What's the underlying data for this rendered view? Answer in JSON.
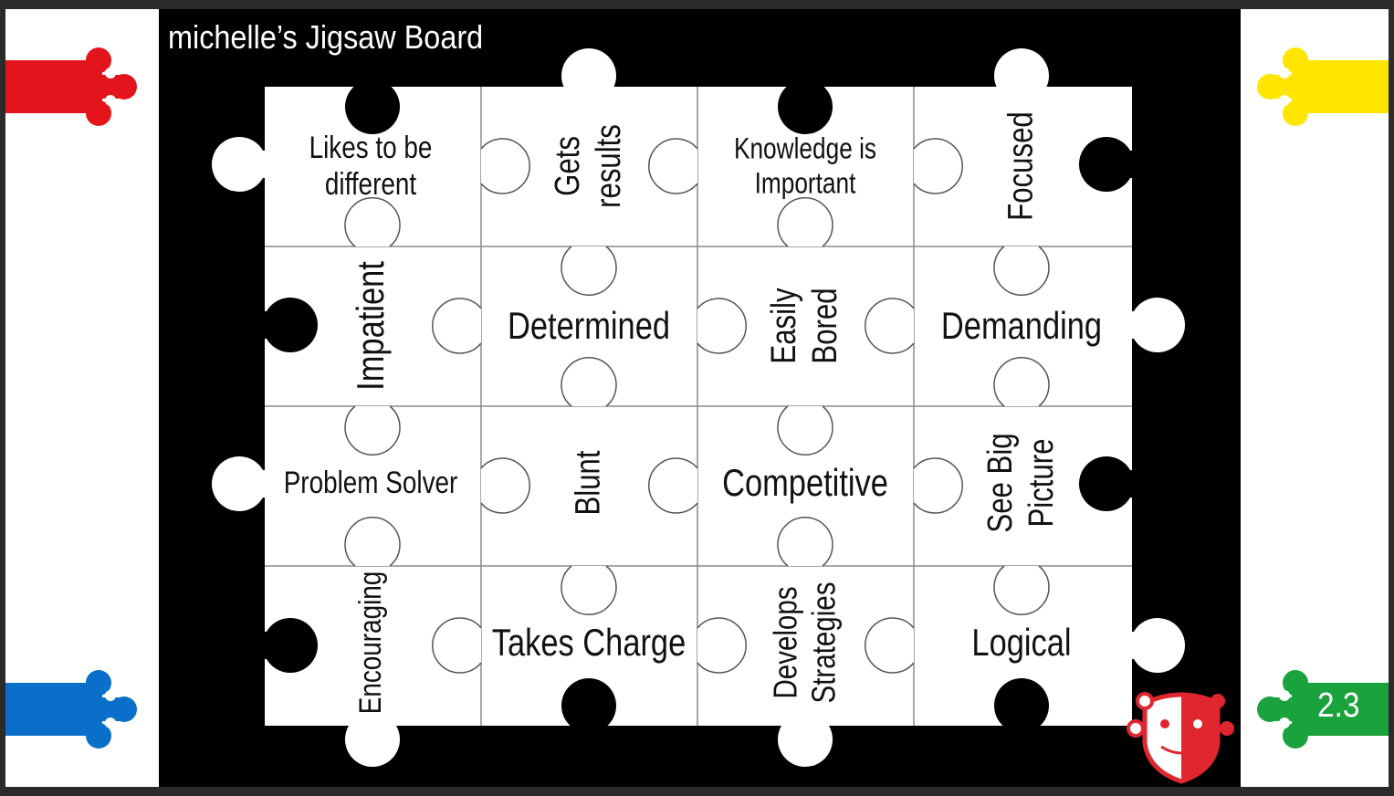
{
  "board": {
    "title": "michelle’s Jigsaw Board"
  },
  "slide_number": "2.3",
  "colors": {
    "background": "#000000",
    "piece_fill": "#ffffff",
    "piece_outline": "#8a8a8a",
    "red": "#e3141c",
    "yellow": "#ffe500",
    "blue": "#0a6fc8",
    "green": "#1aa23c",
    "logo_red": "#e0262f"
  },
  "icons": [
    "red-puzzle-tab-icon",
    "yellow-puzzle-tab-icon",
    "blue-puzzle-tab-icon",
    "green-puzzle-tab-icon",
    "smiling-face-logo-icon"
  ],
  "pieces": [
    {
      "lines": [
        "Likes to be",
        "different"
      ],
      "orientation": "horizontal"
    },
    {
      "lines": [
        "Gets",
        "results"
      ],
      "orientation": "vertical"
    },
    {
      "lines": [
        "Knowledge is",
        "Important"
      ],
      "orientation": "horizontal"
    },
    {
      "lines": [
        "Focused"
      ],
      "orientation": "vertical"
    },
    {
      "lines": [
        "Impatient"
      ],
      "orientation": "vertical"
    },
    {
      "lines": [
        "Determined"
      ],
      "orientation": "horizontal"
    },
    {
      "lines": [
        "Easily",
        "Bored"
      ],
      "orientation": "vertical"
    },
    {
      "lines": [
        "Demanding"
      ],
      "orientation": "horizontal"
    },
    {
      "lines": [
        "Problem Solver"
      ],
      "orientation": "horizontal"
    },
    {
      "lines": [
        "Blunt"
      ],
      "orientation": "vertical"
    },
    {
      "lines": [
        "Competitive"
      ],
      "orientation": "horizontal"
    },
    {
      "lines": [
        "See Big",
        "Picture"
      ],
      "orientation": "vertical"
    },
    {
      "lines": [
        "Encouraging"
      ],
      "orientation": "vertical"
    },
    {
      "lines": [
        "Takes Charge"
      ],
      "orientation": "horizontal"
    },
    {
      "lines": [
        "Develops",
        "Strategies"
      ],
      "orientation": "vertical"
    },
    {
      "lines": [
        "Logical"
      ],
      "orientation": "horizontal"
    }
  ]
}
